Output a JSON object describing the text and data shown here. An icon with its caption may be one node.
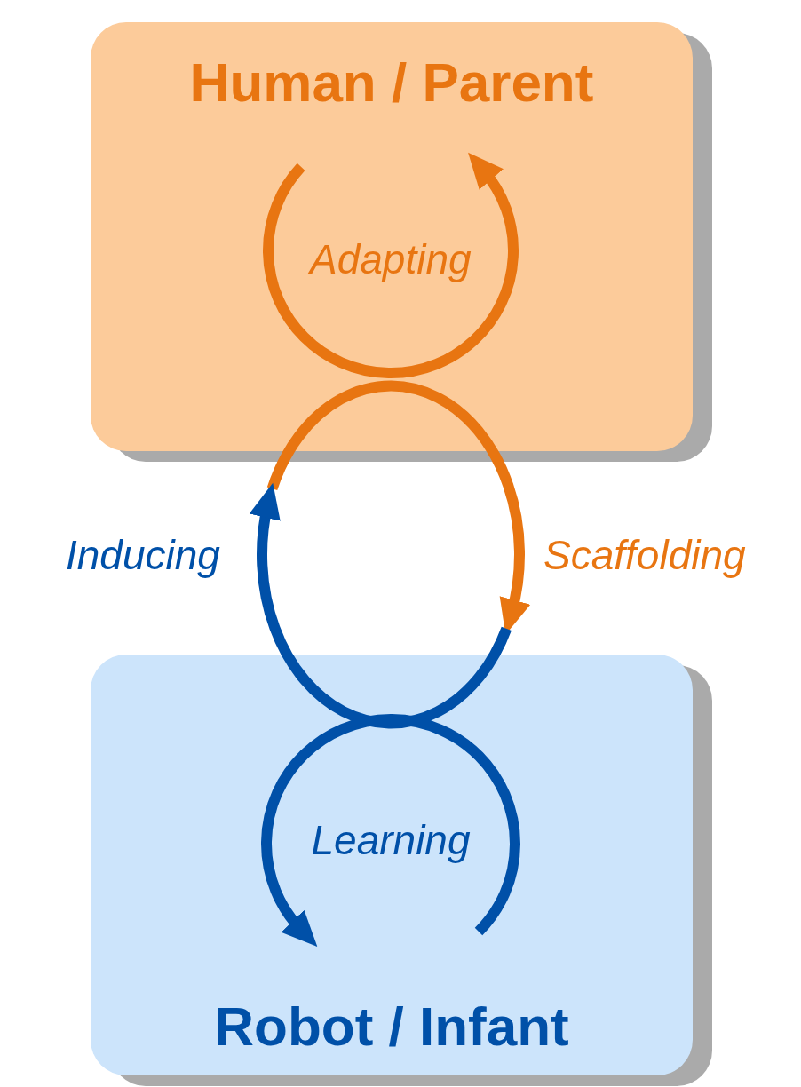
{
  "diagram": {
    "nodes": [
      {
        "text": [
          "Human / Parent"
        ]
      },
      {
        "text": [
          "Robot / Infant"
        ]
      }
    ],
    "edges": [
      {
        "from": 0,
        "to": 0,
        "arrow": "to",
        "label": "Adapting",
        "color": "#e87511"
      },
      {
        "from": 0,
        "to": 1,
        "arrow": "to",
        "label": "Scaffolding",
        "color": "#e87511"
      },
      {
        "from": 1,
        "to": 0,
        "arrow": "to",
        "label": "Inducing",
        "color": "#0050a8"
      },
      {
        "from": 1,
        "to": 1,
        "arrow": "to",
        "label": "Learning",
        "color": "#0050a8"
      }
    ]
  }
}
